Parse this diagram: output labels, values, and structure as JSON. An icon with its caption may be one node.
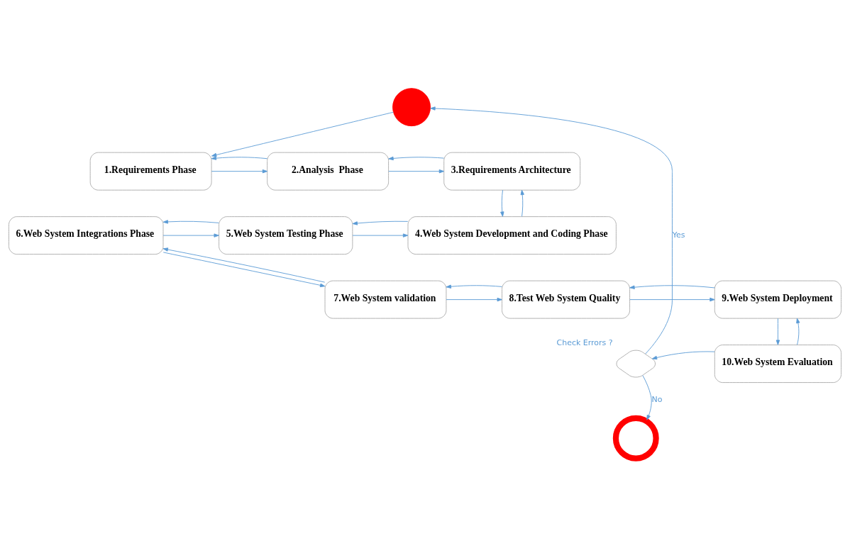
{
  "diagram": {
    "nodes": [
      {
        "text": [],
        "shape": "circle"
      },
      {
        "text": [
          "1.Requirements Phase"
        ]
      },
      {
        "text": [
          "2.Analysis  Phase"
        ]
      },
      {
        "text": [
          "3.Requirements Architecture"
        ]
      },
      {
        "text": [
          "4.Web System Development and Coding Phase"
        ]
      },
      {
        "text": [
          "5.Web System Testing Phase"
        ]
      },
      {
        "text": [
          "6.Web System Integrations Phase"
        ]
      },
      {
        "text": [
          "7.Web System validation"
        ]
      },
      {
        "text": [
          "8.Test Web System Quality"
        ]
      },
      {
        "text": [
          "9.Web System Deployment"
        ]
      },
      {
        "text": [
          "10.Web System Evaluation"
        ]
      },
      {
        "text": [],
        "shape": "diamond",
        "beside": [
          "Check Errors ?"
        ]
      },
      {
        "text": [],
        "shape": "ring"
      }
    ],
    "edges": [
      {
        "from": 0,
        "to": 1,
        "arrow": "to"
      },
      {
        "from": 1,
        "to": 2,
        "arrow": "to"
      },
      {
        "from": 2,
        "to": 1,
        "arrow": "to"
      },
      {
        "from": 2,
        "to": 3,
        "arrow": "to"
      },
      {
        "from": 3,
        "to": 2,
        "arrow": "to"
      },
      {
        "from": 3,
        "to": 4,
        "arrow": "to"
      },
      {
        "from": 4,
        "to": 3,
        "arrow": "to"
      },
      {
        "from": 6,
        "to": 5,
        "arrow": "to"
      },
      {
        "from": 5,
        "to": 6,
        "arrow": "to"
      },
      {
        "from": 5,
        "to": 4,
        "arrow": "to"
      },
      {
        "from": 4,
        "to": 5,
        "arrow": "to"
      },
      {
        "from": 6,
        "to": 7,
        "arrow": "to"
      },
      {
        "from": 7,
        "to": 6,
        "arrow": "to"
      },
      {
        "from": 7,
        "to": 8,
        "arrow": "to"
      },
      {
        "from": 8,
        "to": 7,
        "arrow": "to"
      },
      {
        "from": 8,
        "to": 9,
        "arrow": "to"
      },
      {
        "from": 9,
        "to": 8,
        "arrow": "to"
      },
      {
        "from": 9,
        "to": 10,
        "arrow": "to"
      },
      {
        "from": 10,
        "to": 9,
        "arrow": "to"
      },
      {
        "from": 10,
        "to": 11,
        "arrow": "to"
      },
      {
        "from": 11,
        "to": 0,
        "arrow": "to",
        "label": "Yes"
      },
      {
        "from": 11,
        "to": 12,
        "arrow": "to",
        "label": "No"
      }
    ]
  }
}
